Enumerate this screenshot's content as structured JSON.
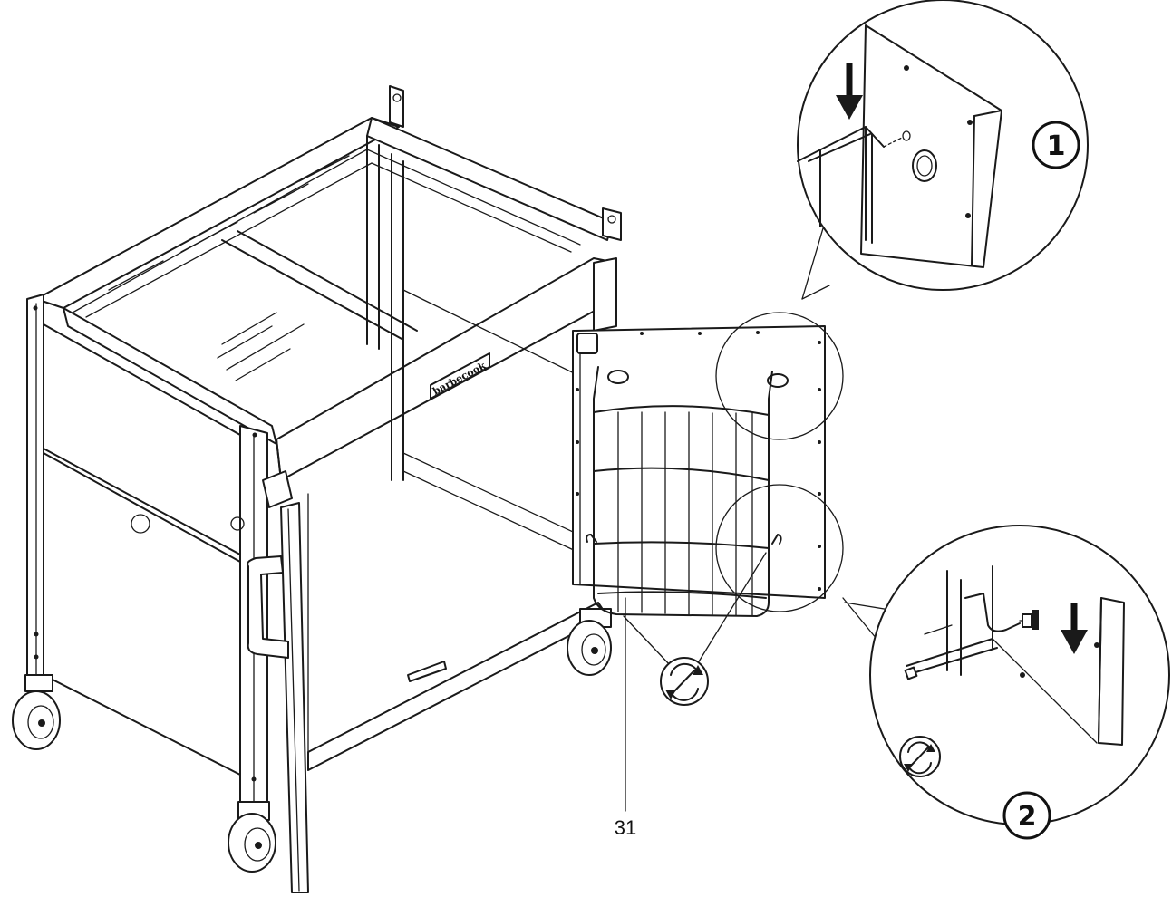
{
  "labels": {
    "part_number": "31",
    "brand": "barbecook",
    "step_one": "1",
    "step_two": "2"
  },
  "colors": {
    "line": "#1a1a1a",
    "background": "#ffffff",
    "panel_shade": "#e9e9e9"
  },
  "icons": {
    "arrow": "down-arrow-icon",
    "screwdriver": "screwdriver-rotate-icon"
  }
}
